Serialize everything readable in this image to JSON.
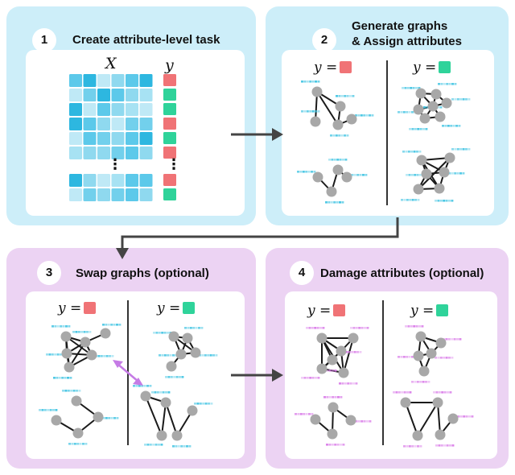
{
  "colors": {
    "panel_blue": "#cdeef9",
    "panel_purple": "#ecd3f3",
    "red": "#f07376",
    "green": "#2fd39a",
    "node": "#a8a8a8",
    "cyan_attr": "#3ec3e2",
    "magenta_attr": "#d97ae8"
  },
  "steps": [
    {
      "number": "1",
      "title": "Create attribute-level task"
    },
    {
      "number": "2",
      "title": "Generate graphs\n& Assign attributes"
    },
    {
      "number": "3",
      "title": "Swap graphs (optional)"
    },
    {
      "number": "4",
      "title": "Damage attributes (optional)"
    }
  ],
  "matrix": {
    "x_label": "X",
    "y_label": "y",
    "ellipsis": "⋮",
    "y_column": [
      "red",
      "green",
      "green",
      "red",
      "green",
      "red",
      null,
      "red",
      "green"
    ]
  },
  "class_labels": {
    "y_eq": "y ="
  },
  "icons": [
    "arrow-right-icon",
    "elbow-arrow-icon",
    "swap-arrow-icon"
  ]
}
